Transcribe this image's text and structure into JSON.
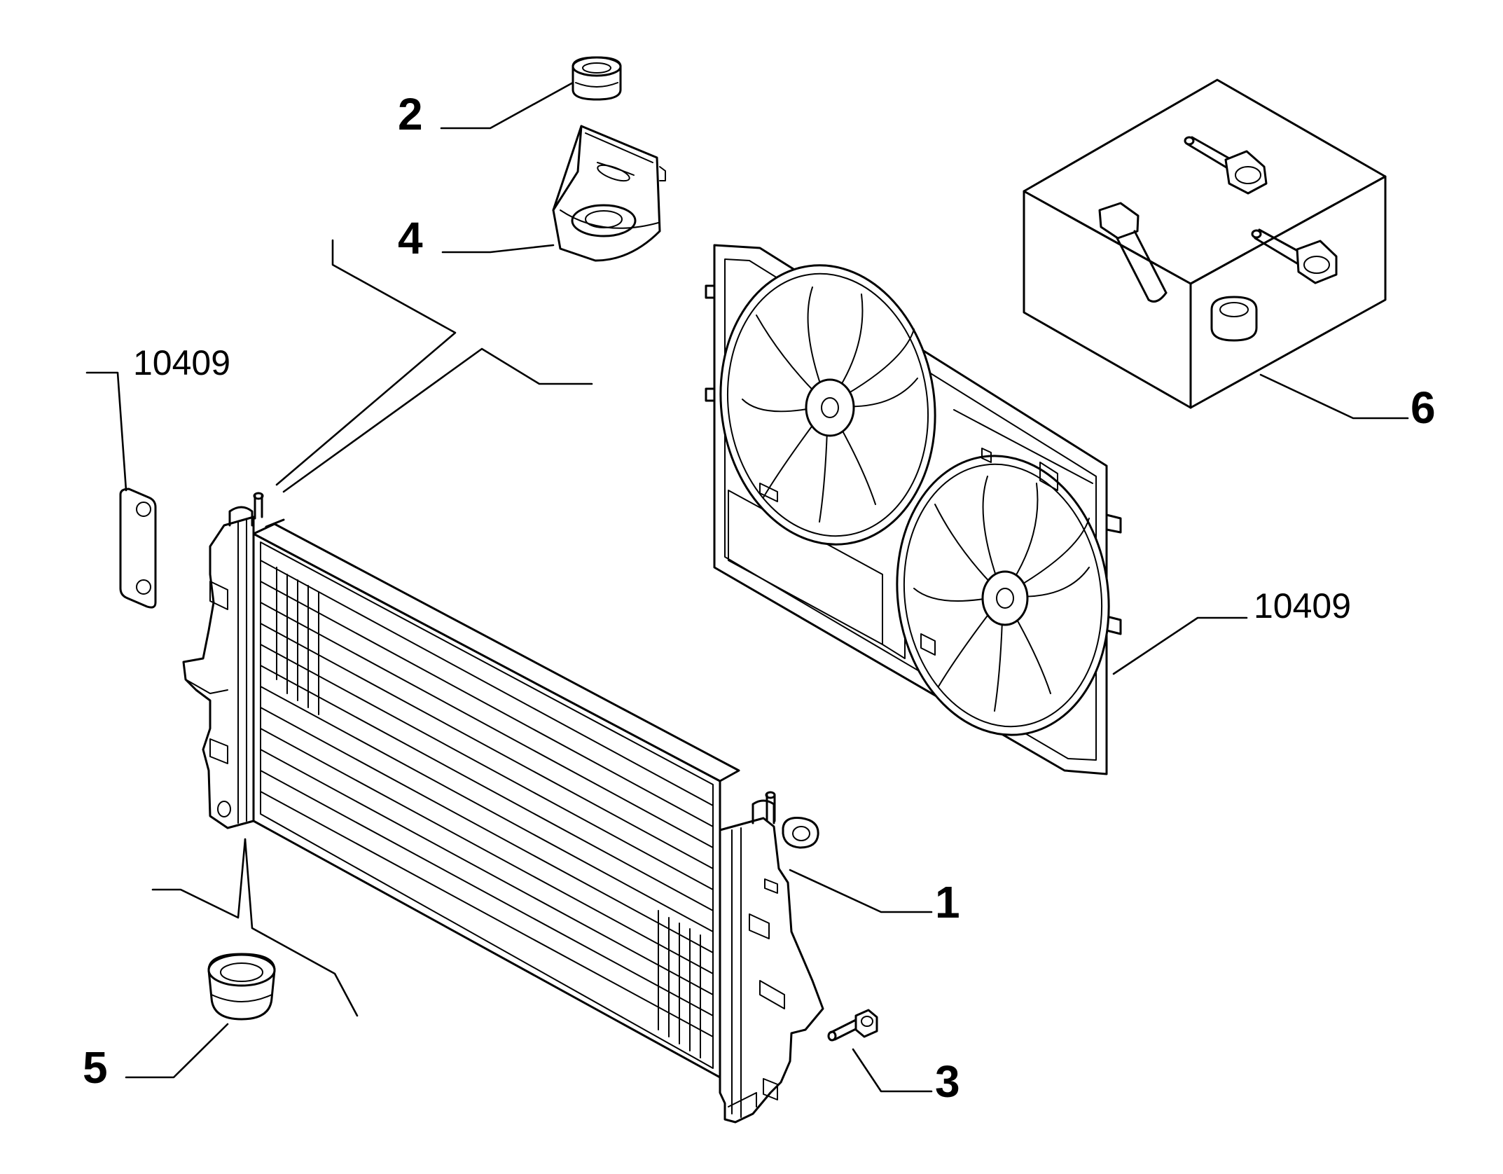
{
  "labels": {
    "item_1": "1",
    "item_2": "2",
    "item_3": "3",
    "item_4": "4",
    "item_5": "5",
    "item_6": "6",
    "ref_top": "10409",
    "ref_fan": "10409"
  }
}
